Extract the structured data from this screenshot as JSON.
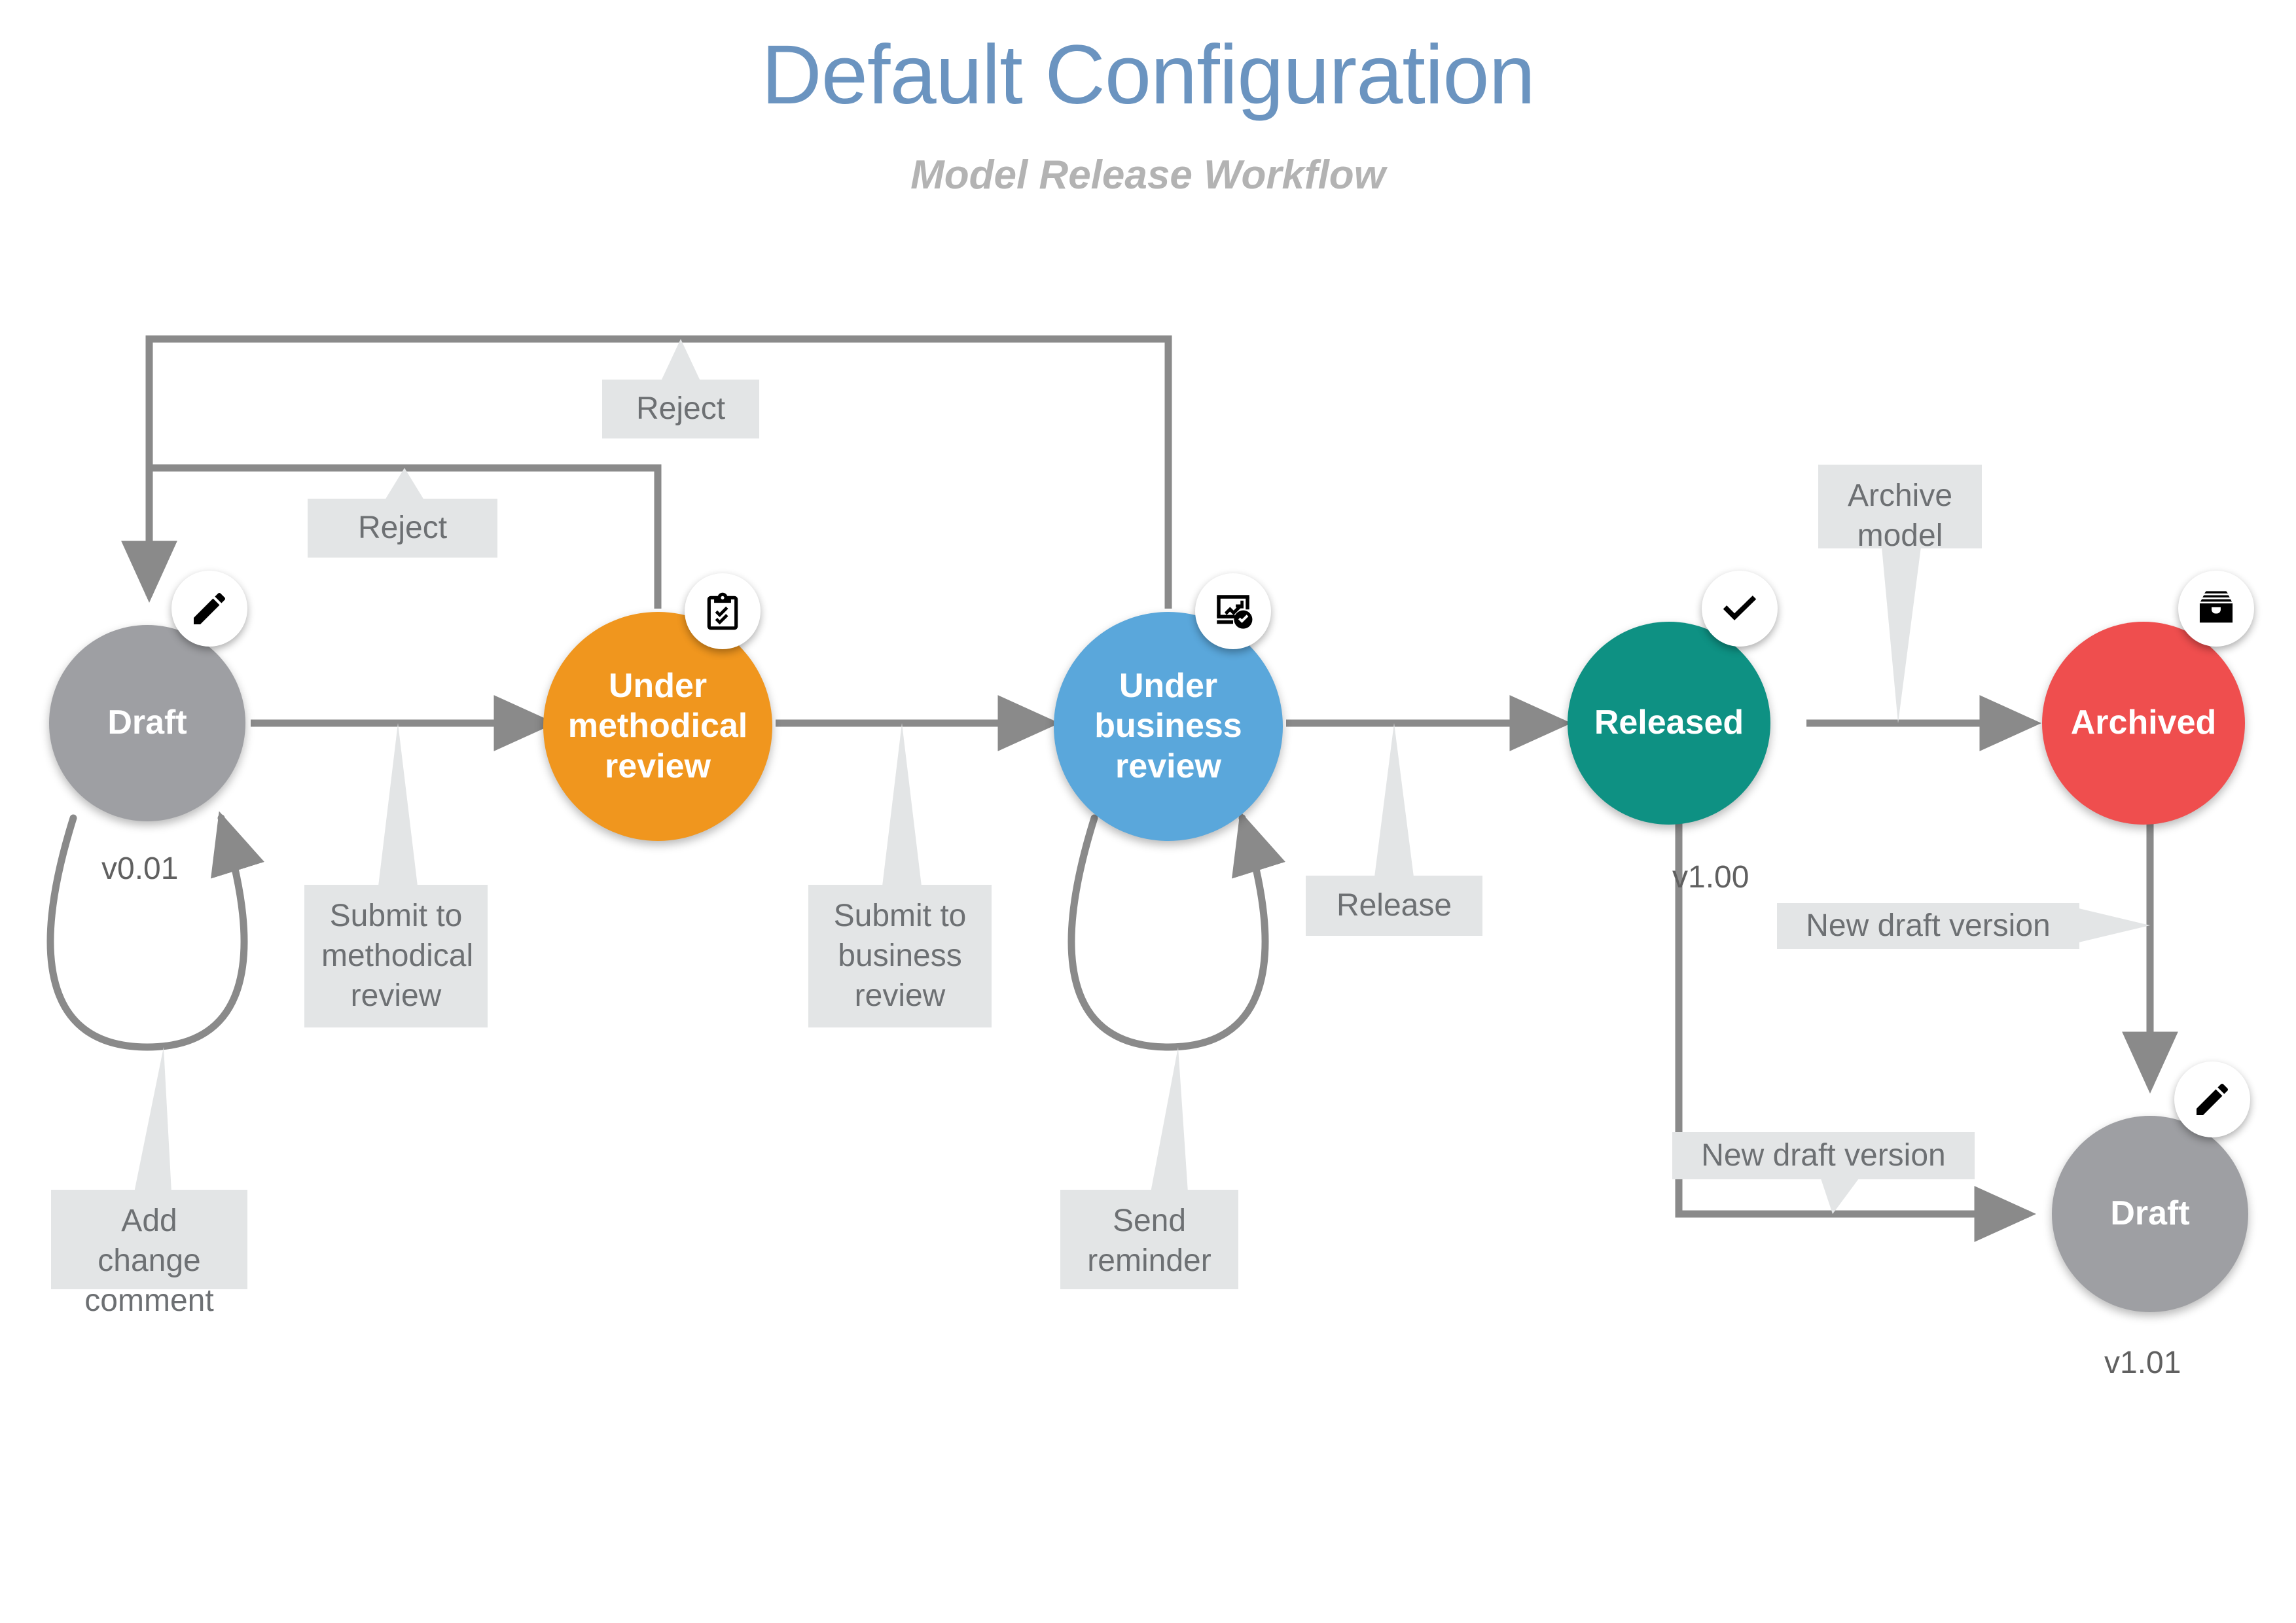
{
  "header": {
    "title": "Default Configuration",
    "subtitle": "Model Release Workflow",
    "title_color": "#6b94c0",
    "subtitle_color": "#b3b3b3"
  },
  "theme": {
    "background": "#ffffff",
    "edge_color": "#8a8a8a",
    "label_background": "#e3e5e6",
    "label_text": "#6d7073",
    "node_text": "#ffffff",
    "caption_text": "#606060"
  },
  "diagram": {
    "type": "state-machine-workflow",
    "nodes": [
      {
        "id": "draft",
        "label": "Draft",
        "color": "#9e9fa3",
        "icon": "pencil-icon",
        "version_caption": "v0.01"
      },
      {
        "id": "under-methodical-review",
        "label": "Under\nmethodical\nreview",
        "color": "#f0961e",
        "icon": "clipboard-check-icon",
        "version_caption": ""
      },
      {
        "id": "under-business-review",
        "label": "Under\nbusiness\nreview",
        "color": "#5aa7db",
        "icon": "chart-approved-icon",
        "version_caption": ""
      },
      {
        "id": "released",
        "label": "Released",
        "color": "#0e9183",
        "icon": "check-icon",
        "version_caption": "v1.00"
      },
      {
        "id": "archived",
        "label": "Archived",
        "color": "#ef4e4e",
        "icon": "archive-box-icon",
        "version_caption": ""
      },
      {
        "id": "draft-next",
        "label": "Draft",
        "color": "#9e9fa3",
        "icon": "pencil-icon",
        "version_caption": "v1.01"
      }
    ],
    "transitions": [
      {
        "id": "t1",
        "from": "draft",
        "to": "under-methodical-review",
        "label": "Submit to\nmethodical\nreview"
      },
      {
        "id": "t2",
        "from": "under-methodical-review",
        "to": "under-business-review",
        "label": "Submit to\nbusiness\nreview"
      },
      {
        "id": "t3",
        "from": "under-business-review",
        "to": "released",
        "label": "Release"
      },
      {
        "id": "t4",
        "from": "released",
        "to": "archived",
        "label": "Archive\nmodel"
      },
      {
        "id": "t5",
        "from": "under-methodical-review",
        "to": "draft",
        "label": "Reject"
      },
      {
        "id": "t6",
        "from": "under-business-review",
        "to": "draft",
        "label": "Reject"
      },
      {
        "id": "t7",
        "from": "draft",
        "to": "draft",
        "label": "Add change\ncomment"
      },
      {
        "id": "t8",
        "from": "under-business-review",
        "to": "under-business-review",
        "label": "Send\nreminder"
      },
      {
        "id": "t9",
        "from": "archived",
        "to": "draft-next",
        "label": "New draft version"
      },
      {
        "id": "t10",
        "from": "released",
        "to": "draft-next",
        "label": "New draft version"
      }
    ]
  },
  "labels": {
    "reject_top": "Reject",
    "reject_lower": "Reject",
    "add_change_comment": "Add change\ncomment",
    "submit_methodical": "Submit to\nmethodical\nreview",
    "submit_business": "Submit to\nbusiness\nreview",
    "send_reminder": "Send\nreminder",
    "release": "Release",
    "archive_model": "Archive\nmodel",
    "new_draft_version_top": "New draft version",
    "new_draft_version_bottom": "New draft version"
  },
  "versions": {
    "draft_v": "v0.01",
    "released_v": "v1.00",
    "draft_next_v": "v1.01"
  }
}
